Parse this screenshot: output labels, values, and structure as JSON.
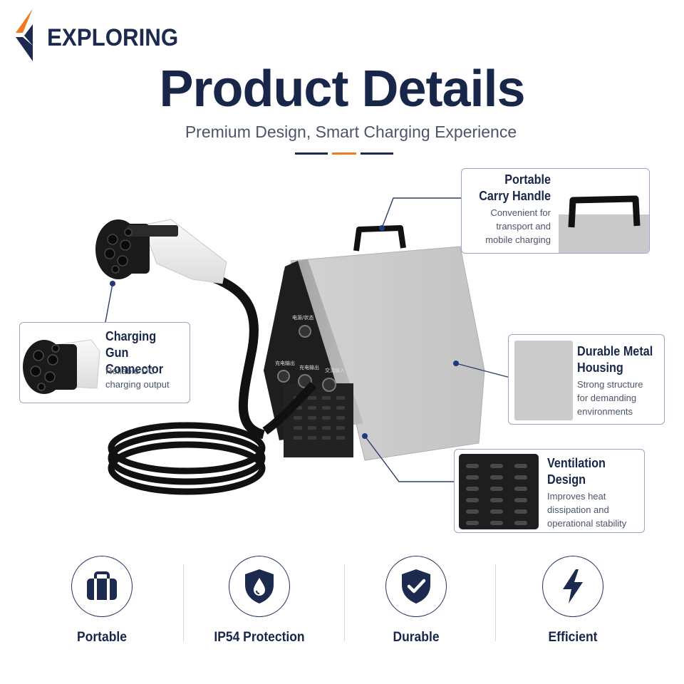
{
  "brand": {
    "name": "EXPLORING",
    "logo_icon": "chevron-logo-icon",
    "colors": {
      "navy": "#1b2a4e",
      "orange": "#ee7a22"
    }
  },
  "header": {
    "title": "Product Details",
    "subtitle": "Premium Design, Smart Charging Experience"
  },
  "callouts": {
    "handle": {
      "title_line1": "Portable",
      "title_line2": "Carry Handle",
      "desc_line1": "Convenient for",
      "desc_line2": "transport and",
      "desc_line3": "mobile charging"
    },
    "gun": {
      "title_line1": "Charging Gun",
      "title_line2": "Connector",
      "desc_line1": "Reliable DC",
      "desc_line2": "charging output"
    },
    "housing": {
      "title_line1": "Durable Metal",
      "title_line2": "Housing",
      "desc_line1": "Strong structure",
      "desc_line2": "for demanding",
      "desc_line3": "environments"
    },
    "ventilation": {
      "title_line1": "Ventilation",
      "title_line2": "Design",
      "desc_line1": "Improves heat",
      "desc_line2": "dissipation and",
      "desc_line3": "operational stability"
    }
  },
  "device_labels": {
    "power_status": "电源/状态",
    "out1": "充电输出",
    "out2": "充电输出",
    "ac_in": "交流输入"
  },
  "features": [
    {
      "icon": "briefcase-icon",
      "label": "Portable"
    },
    {
      "icon": "water-drop-shield-icon",
      "label": "IP54 Protection"
    },
    {
      "icon": "checkmark-shield-icon",
      "label": "Durable"
    },
    {
      "icon": "lightning-bolt-icon",
      "label": "Efficient"
    }
  ]
}
